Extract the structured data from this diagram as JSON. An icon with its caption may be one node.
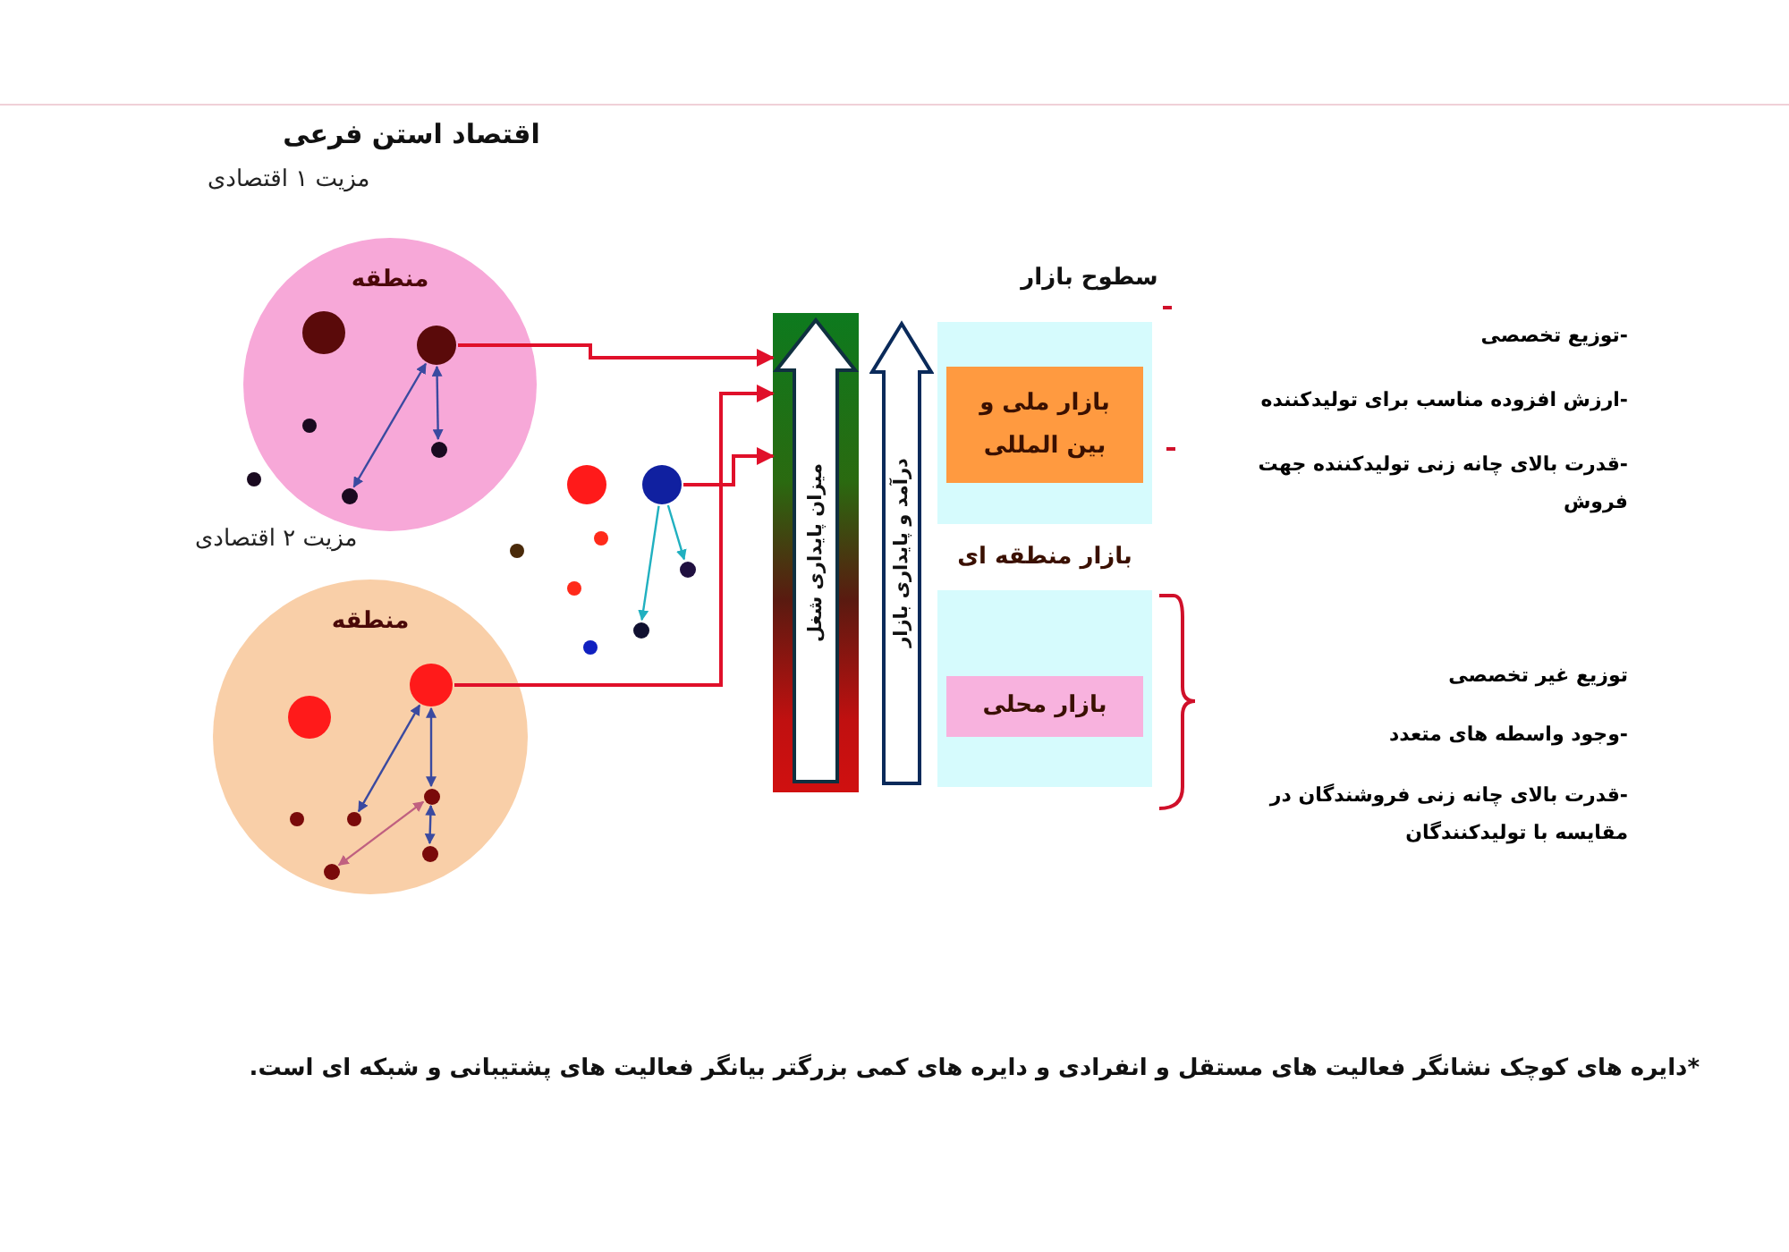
{
  "diagram": {
    "title": "اقتصاد استن فرعی",
    "caption": "*دایره های کوچک نشانگر فعالیت های مستقل و انفرادی و دایره های کمی بزرگتر بیانگر فعالیت های پشتیبانی و شبکه ای است.",
    "nodes": [
      {
        "text": [
          "منطقه"
        ],
        "beside": [
          "مزیت ۱ اقتصادی"
        ]
      },
      {
        "text": [],
        "shape": "circle",
        "in": 0
      },
      {
        "text": [],
        "shape": "circle",
        "in": 0
      },
      {
        "text": [],
        "shape": "circle",
        "in": 0
      },
      {
        "text": [],
        "shape": "circle",
        "in": 0
      },
      {
        "text": [],
        "shape": "circle",
        "in": 0
      },
      {
        "text": [],
        "shape": "circle",
        "in": 0
      },
      {
        "text": [
          "منطقه"
        ],
        "beside": [
          "مزیت ۲ اقتصادی"
        ]
      },
      {
        "text": [],
        "shape": "circle",
        "in": 7
      },
      {
        "text": [],
        "shape": "circle",
        "in": 7
      },
      {
        "text": [],
        "shape": "circle",
        "in": 7
      },
      {
        "text": [],
        "shape": "circle",
        "in": 7
      },
      {
        "text": [],
        "shape": "circle",
        "in": 7
      },
      {
        "text": [],
        "shape": "circle",
        "in": 7
      },
      {
        "text": [],
        "shape": "circle",
        "in": 7
      },
      {
        "text": [],
        "shape": "circle"
      },
      {
        "text": [],
        "shape": "circle"
      },
      {
        "text": [],
        "shape": "circle"
      },
      {
        "text": [],
        "shape": "circle"
      },
      {
        "text": [],
        "shape": "circle"
      },
      {
        "text": [],
        "shape": "circle"
      },
      {
        "text": [],
        "shape": "circle"
      },
      {
        "text": [],
        "shape": "circle"
      },
      {
        "text": [
          "میزان پایداری شغل"
        ]
      },
      {
        "text": [
          "درآمد و پایداری بازار"
        ]
      },
      {
        "text": [
          "سطوح بازار"
        ]
      },
      {
        "text": [
          "بازار ملی و بین المللی"
        ],
        "in": 25
      },
      {
        "text": [
          "بازار منطقه ای"
        ]
      },
      {
        "text": [],
        "shape": "box"
      },
      {
        "text": [
          "بازار محلی"
        ],
        "in": 28
      }
    ],
    "edges": [
      {
        "from": 2,
        "to": 4,
        "arrow": "both"
      },
      {
        "from": 2,
        "to": 5,
        "arrow": "both"
      },
      {
        "from": 9,
        "to": 11,
        "arrow": "both"
      },
      {
        "from": 9,
        "to": 12,
        "arrow": "both"
      },
      {
        "from": 12,
        "to": 13,
        "arrow": "both"
      },
      {
        "from": 12,
        "to": 14,
        "arrow": "both",
        "color": "#c06080"
      },
      {
        "from": 16,
        "to": 22,
        "arrow": "to",
        "color": "#20b0c0"
      },
      {
        "from": 16,
        "to": 21,
        "arrow": "to",
        "color": "#20b0c0"
      },
      {
        "from": 2,
        "to": 23,
        "arrow": "to",
        "color": "#e0102a"
      },
      {
        "from": 9,
        "to": 23,
        "arrow": "to",
        "color": "#e0102a"
      },
      {
        "from": 16,
        "to": 23,
        "arrow": "to",
        "color": "#e0102a"
      }
    ],
    "labels": [
      "-توزیع تخصصی",
      "-ارزش افزوده مناسب برای تولیدکننده",
      "-قدرت بالای چانه زنی تولیدکننده جهت فروش",
      "توزیع غیر تخصصی",
      "-وجود واسطه های متعدد",
      "-قدرت بالای چانه زنی فروشندگان در مقایسه با تولیدکنندگان"
    ]
  }
}
